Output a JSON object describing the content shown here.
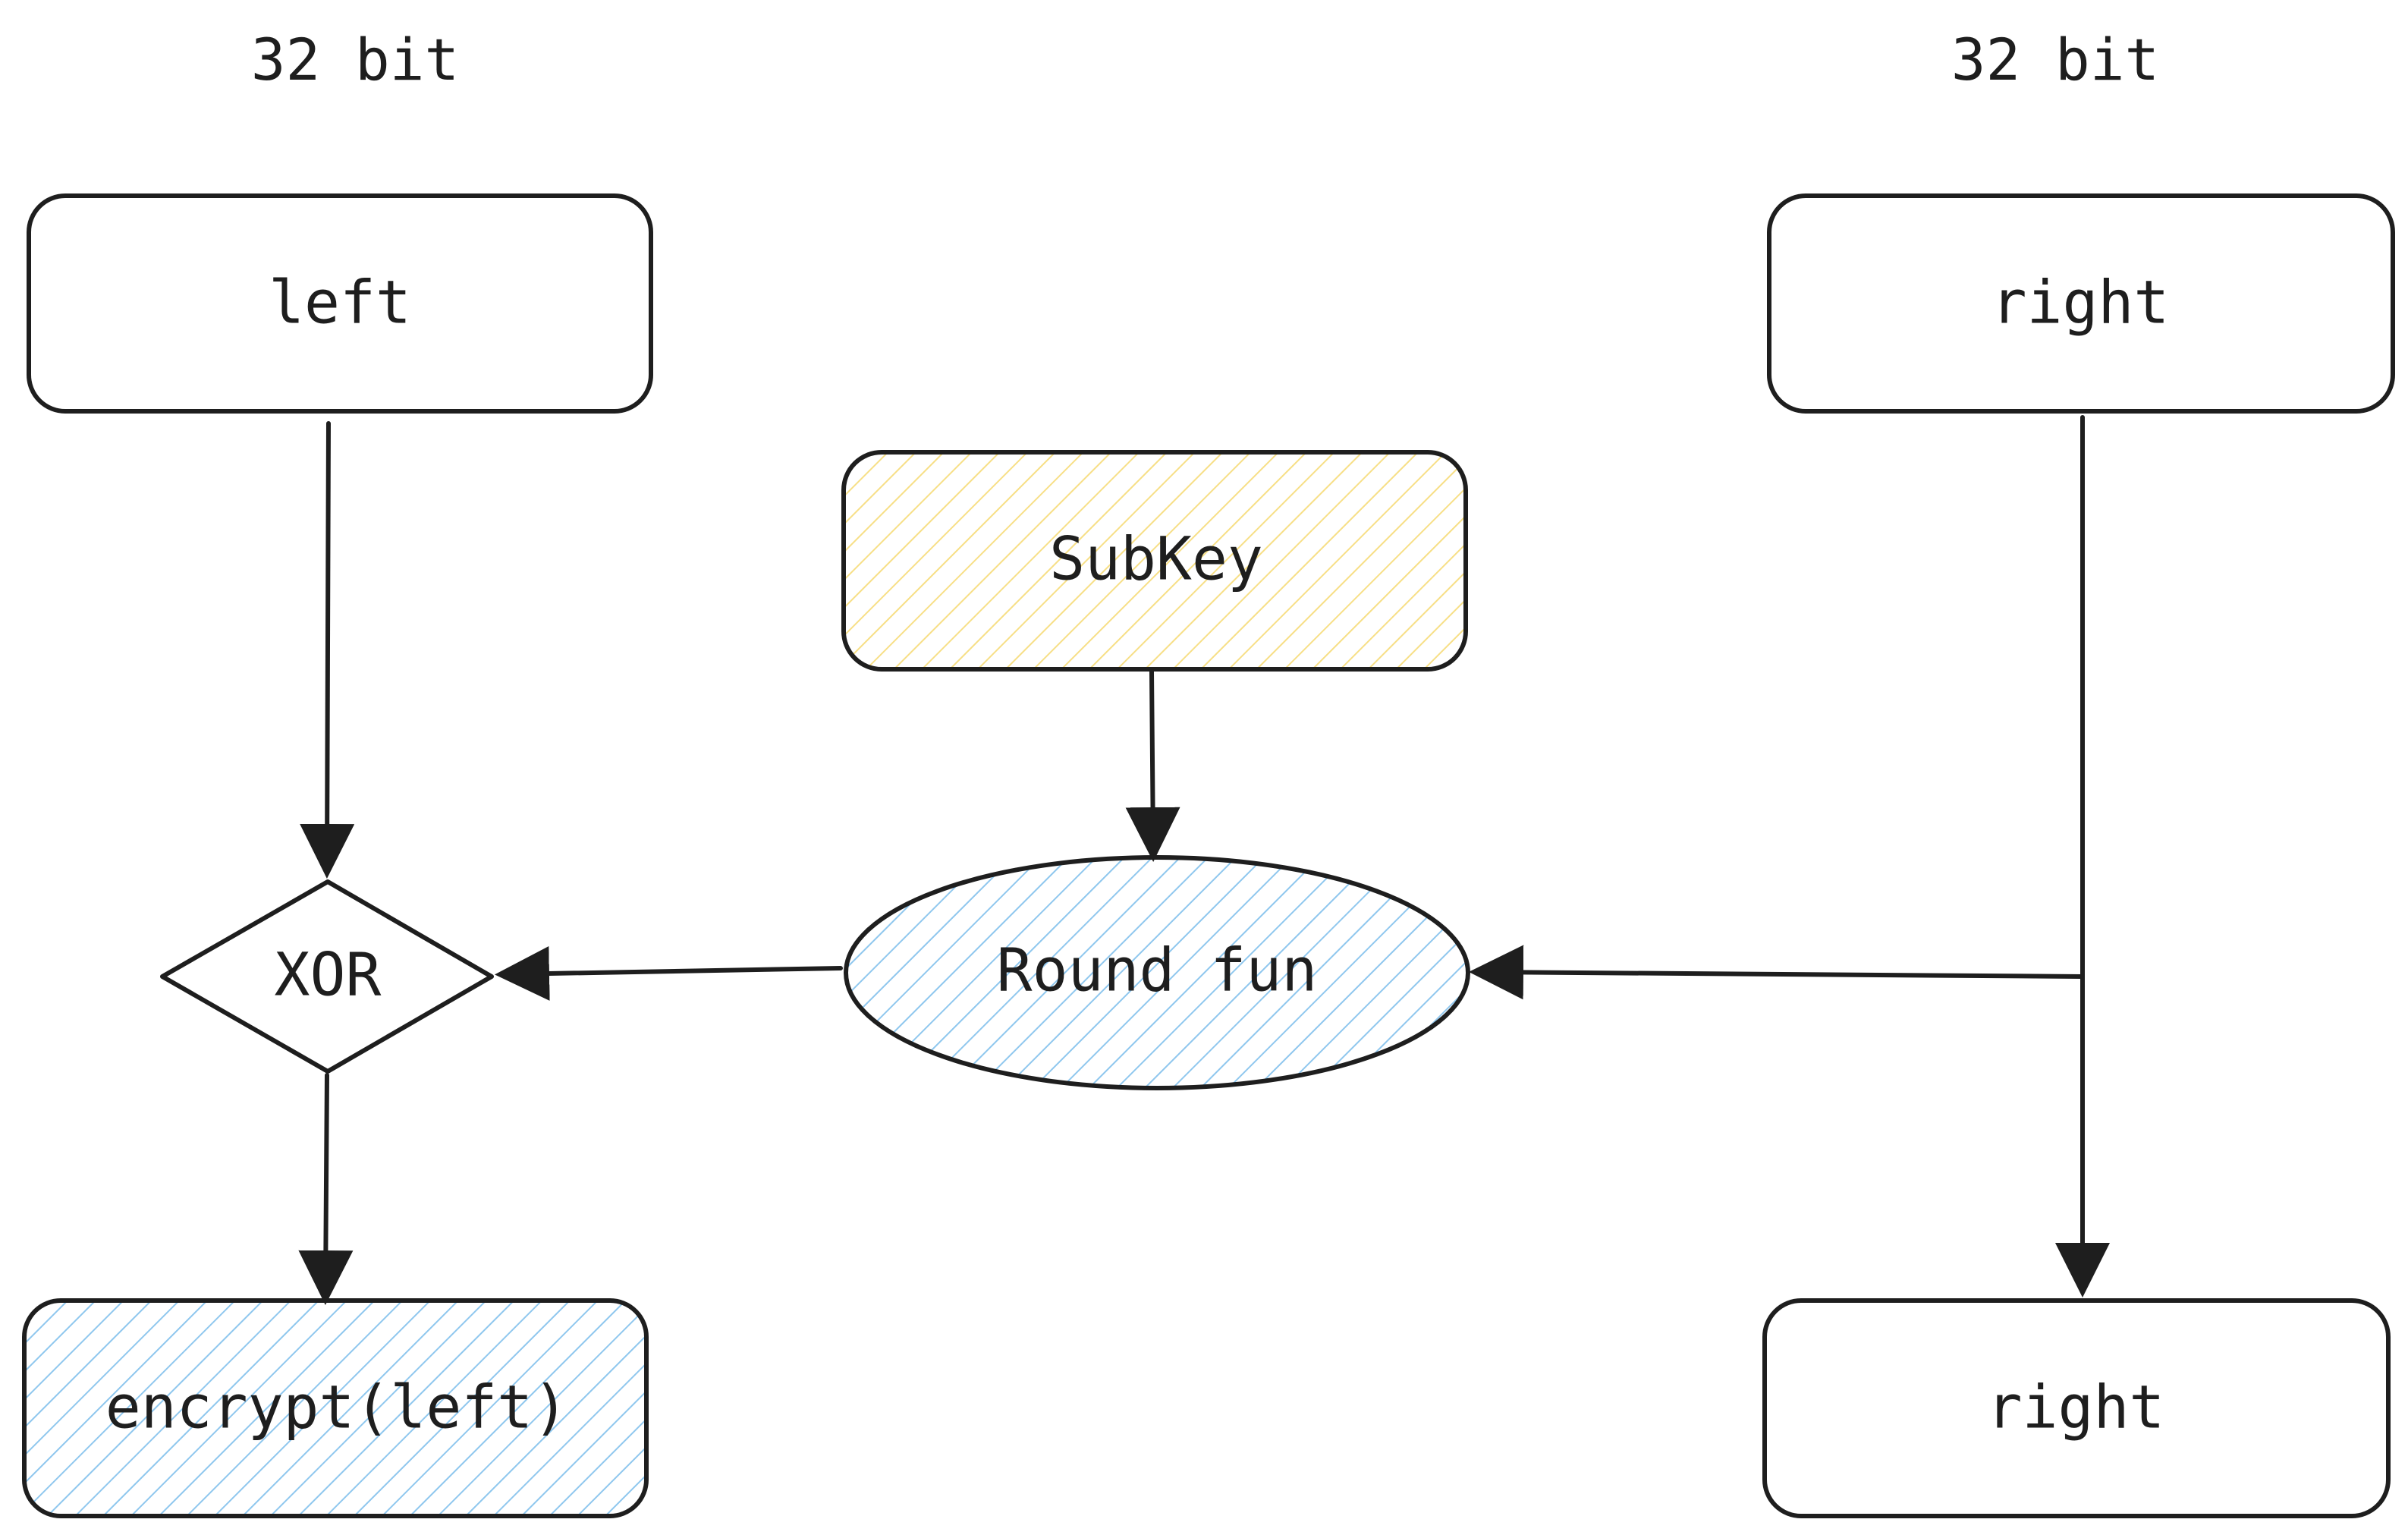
{
  "colors": {
    "stroke": "#1e1e1e",
    "background": "#ffffff",
    "yellow_hatch": "#f7df86",
    "blue_hatch": "#8fc7ee"
  },
  "labels": {
    "left_width": "32 bit",
    "right_width": "32 bit"
  },
  "nodes": {
    "left": {
      "label": "left",
      "fill": "none"
    },
    "right_top": {
      "label": "right",
      "fill": "none"
    },
    "subkey": {
      "label": "SubKey",
      "fill": "yellow-hatch"
    },
    "round_fun": {
      "label": "Round fun",
      "fill": "blue-hatch"
    },
    "xor": {
      "label": "XOR",
      "fill": "none"
    },
    "encrypt_left": {
      "label": "encrypt(left)",
      "fill": "blue-hatch"
    },
    "right_bottom": {
      "label": "right",
      "fill": "none"
    }
  },
  "edges": [
    {
      "from": "left",
      "to": "xor"
    },
    {
      "from": "subkey",
      "to": "round_fun"
    },
    {
      "from": "right_top",
      "to": "round_fun"
    },
    {
      "from": "round_fun",
      "to": "xor"
    },
    {
      "from": "xor",
      "to": "encrypt_left"
    },
    {
      "from": "right_top",
      "to": "right_bottom"
    }
  ]
}
